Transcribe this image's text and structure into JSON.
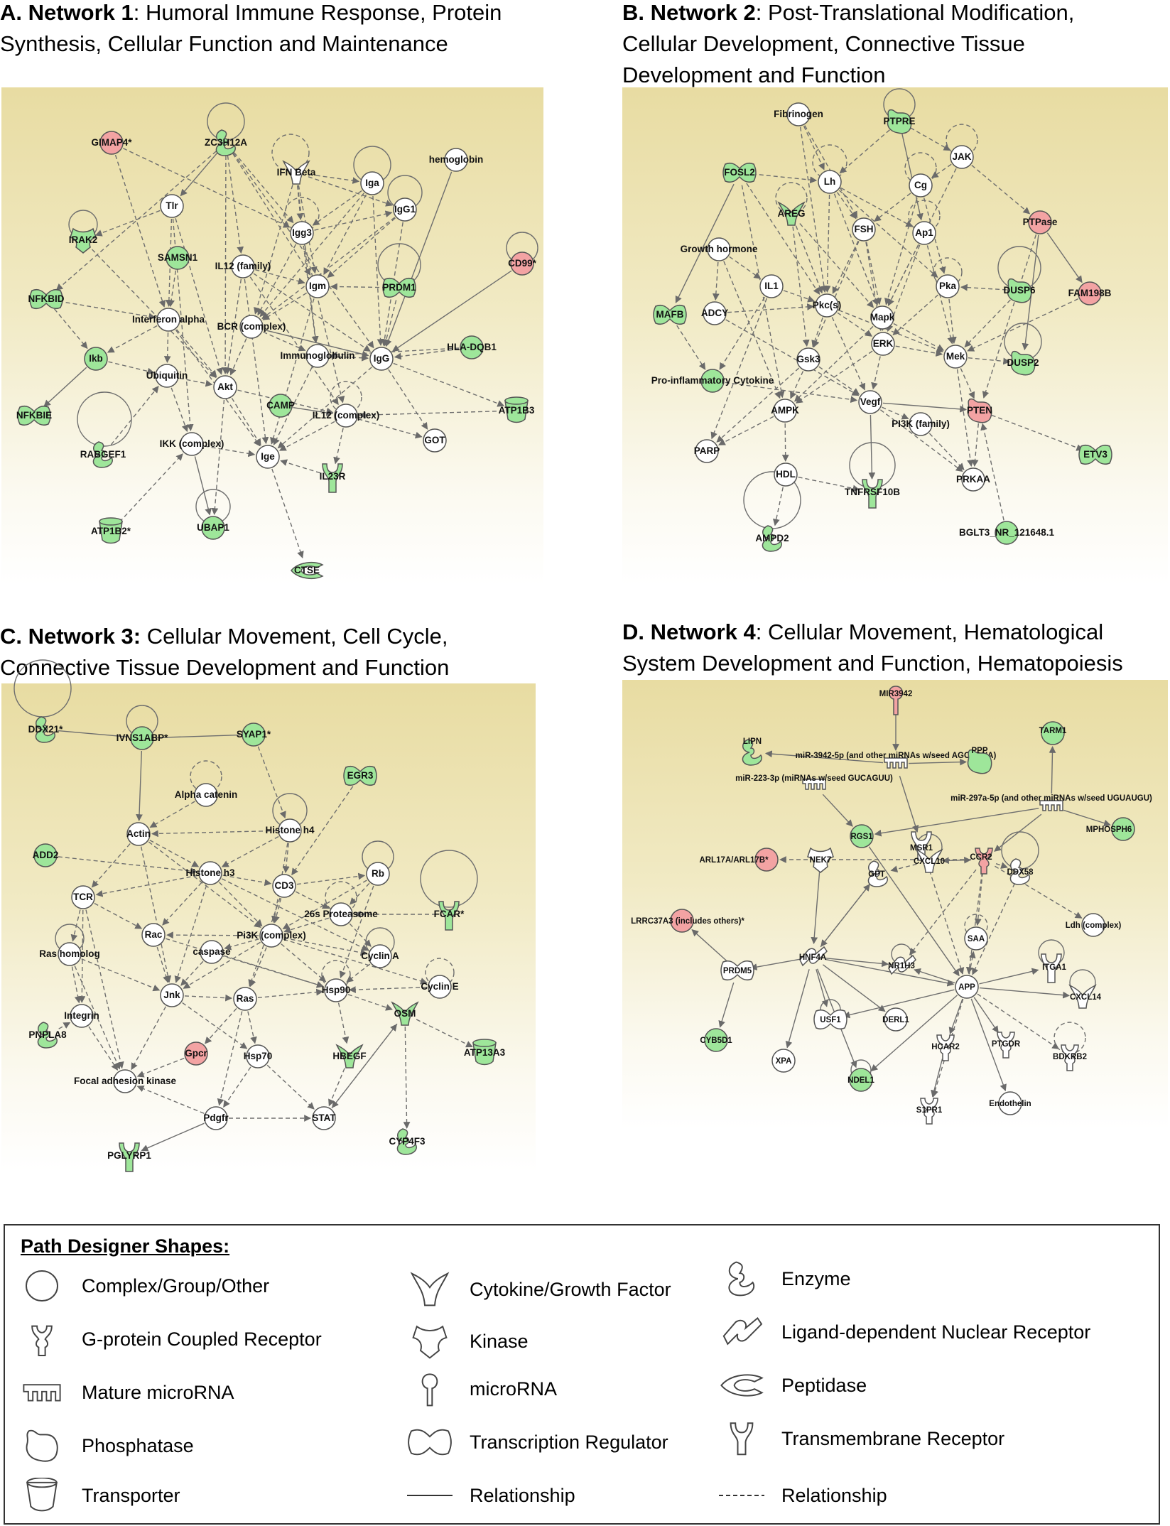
{
  "panels": {
    "A": {
      "letter": "A. Network 1",
      "rest": ": Humoral Immune Response, Protein",
      "line2": "Synthesis, Cellular Function and Maintenance",
      "line3": ""
    },
    "B": {
      "letter": "B. Network 2",
      "rest": ": Post-Translational Modification,",
      "line2": "Cellular Development, Connective Tissue",
      "line3": "Development and Function"
    },
    "C": {
      "letter": "C. Network 3:",
      "rest": " Cellular Movement, Cell Cycle,",
      "line2": "Connective Tissue Development and Function",
      "line3": ""
    },
    "D": {
      "letter": "D. Network 4",
      "rest": ": Cellular Movement, Hematological",
      "line2": "System Development and Function, Hematopoiesis",
      "line3": ""
    }
  },
  "colors": {
    "up": "#f3a3a3",
    "down": "#9ee69a",
    "neutral": "#ffffff",
    "stroke": "#555555",
    "edge": "#6e6e6e"
  },
  "networks": {
    "A": {
      "nodes": [
        {
          "label": "GIMAP4*",
          "shape": "complex",
          "color": "up"
        },
        {
          "label": "ZC3H12A",
          "shape": "enzyme",
          "color": "down"
        },
        {
          "label": "IFN Beta",
          "shape": "cytokine",
          "color": "neutral"
        },
        {
          "label": "hemoglobin",
          "shape": "complex",
          "color": "neutral"
        },
        {
          "label": "Tlr",
          "shape": "complex",
          "color": "neutral"
        },
        {
          "label": "Iga",
          "shape": "complex",
          "color": "neutral"
        },
        {
          "label": "IRAK2",
          "shape": "kinase",
          "color": "down"
        },
        {
          "label": "Igg3",
          "shape": "complex",
          "color": "neutral"
        },
        {
          "label": "IgG1",
          "shape": "complex",
          "color": "neutral"
        },
        {
          "label": "SAMSN1",
          "shape": "complex",
          "color": "down"
        },
        {
          "label": "IL12 (family)",
          "shape": "complex",
          "color": "neutral"
        },
        {
          "label": "CD99*",
          "shape": "complex",
          "color": "up"
        },
        {
          "label": "NFKBID",
          "shape": "transcription",
          "color": "down"
        },
        {
          "label": "Igm",
          "shape": "complex",
          "color": "neutral"
        },
        {
          "label": "PRDM1",
          "shape": "transcription",
          "color": "down"
        },
        {
          "label": "Interferon alpha",
          "shape": "complex",
          "color": "neutral"
        },
        {
          "label": "BCR (complex)",
          "shape": "complex",
          "color": "neutral"
        },
        {
          "label": "HLA-DQB1",
          "shape": "complex",
          "color": "down"
        },
        {
          "label": "Ikb",
          "shape": "complex",
          "color": "down"
        },
        {
          "label": "Immunoglobulin",
          "shape": "complex",
          "color": "neutral"
        },
        {
          "label": "IgG",
          "shape": "complex",
          "color": "neutral"
        },
        {
          "label": "Ubiquitin",
          "shape": "complex",
          "color": "neutral"
        },
        {
          "label": "Akt",
          "shape": "complex",
          "color": "neutral"
        },
        {
          "label": "CAMP",
          "shape": "complex",
          "color": "down"
        },
        {
          "label": "ATP1B3",
          "shape": "transporter",
          "color": "down"
        },
        {
          "label": "NFKBIE",
          "shape": "transcription",
          "color": "down"
        },
        {
          "label": "IL12 (complex)",
          "shape": "complex",
          "color": "neutral"
        },
        {
          "label": "RABGEF1",
          "shape": "enzyme",
          "color": "down"
        },
        {
          "label": "IKK (complex)",
          "shape": "complex",
          "color": "neutral"
        },
        {
          "label": "GOT",
          "shape": "complex",
          "color": "neutral"
        },
        {
          "label": "Ige",
          "shape": "complex",
          "color": "neutral"
        },
        {
          "label": "IL23R",
          "shape": "transmembrane",
          "color": "down"
        },
        {
          "label": "ATP1B2*",
          "shape": "transporter",
          "color": "down"
        },
        {
          "label": "UBAP1",
          "shape": "complex",
          "color": "down"
        },
        {
          "label": "CTSE",
          "shape": "peptidase",
          "color": "down"
        }
      ]
    },
    "B": {
      "nodes": [
        {
          "label": "Fibrinogen",
          "shape": "complex",
          "color": "neutral"
        },
        {
          "label": "PTPRE",
          "shape": "phosphatase",
          "color": "down"
        },
        {
          "label": "JAK",
          "shape": "complex",
          "color": "neutral"
        },
        {
          "label": "FOSL2",
          "shape": "transcription",
          "color": "down"
        },
        {
          "label": "Lh",
          "shape": "complex",
          "color": "neutral"
        },
        {
          "label": "Cg",
          "shape": "complex",
          "color": "neutral"
        },
        {
          "label": "AREG",
          "shape": "cytokine",
          "color": "down"
        },
        {
          "label": "FSH",
          "shape": "complex",
          "color": "neutral"
        },
        {
          "label": "PTPase",
          "shape": "complex",
          "color": "up"
        },
        {
          "label": "Growth hormone",
          "shape": "complex",
          "color": "neutral"
        },
        {
          "label": "Ap1",
          "shape": "complex",
          "color": "neutral"
        },
        {
          "label": "IL1",
          "shape": "complex",
          "color": "neutral"
        },
        {
          "label": "Pka",
          "shape": "complex",
          "color": "neutral"
        },
        {
          "label": "DUSP6",
          "shape": "phosphatase",
          "color": "down"
        },
        {
          "label": "FAM198B",
          "shape": "complex",
          "color": "up"
        },
        {
          "label": "MAFB",
          "shape": "transcription",
          "color": "down"
        },
        {
          "label": "ADCY",
          "shape": "complex",
          "color": "neutral"
        },
        {
          "label": "Pkc(s)",
          "shape": "complex",
          "color": "neutral"
        },
        {
          "label": "Mapk",
          "shape": "complex",
          "color": "neutral"
        },
        {
          "label": "ERK",
          "shape": "complex",
          "color": "neutral"
        },
        {
          "label": "Mek",
          "shape": "complex",
          "color": "neutral"
        },
        {
          "label": "DUSP2",
          "shape": "phosphatase",
          "color": "down"
        },
        {
          "label": "Gsk3",
          "shape": "complex",
          "color": "neutral"
        },
        {
          "label": "Pro-inflammatory Cytokine",
          "shape": "complex",
          "color": "down"
        },
        {
          "label": "AMPK",
          "shape": "complex",
          "color": "neutral"
        },
        {
          "label": "Vegf",
          "shape": "complex",
          "color": "neutral"
        },
        {
          "label": "PTEN",
          "shape": "phosphatase",
          "color": "up"
        },
        {
          "label": "PI3K (family)",
          "shape": "complex",
          "color": "neutral"
        },
        {
          "label": "ETV3",
          "shape": "transcription",
          "color": "down"
        },
        {
          "label": "PARP",
          "shape": "complex",
          "color": "neutral"
        },
        {
          "label": "HDL",
          "shape": "complex",
          "color": "neutral"
        },
        {
          "label": "PRKAA",
          "shape": "complex",
          "color": "neutral"
        },
        {
          "label": "TNFRSF10B",
          "shape": "transmembrane",
          "color": "down"
        },
        {
          "label": "BGLT3_NR_121648.1",
          "shape": "complex",
          "color": "down"
        },
        {
          "label": "AMPD2",
          "shape": "enzyme",
          "color": "down"
        }
      ]
    },
    "C": {
      "nodes": [
        {
          "label": "DDX21*",
          "shape": "enzyme",
          "color": "down"
        },
        {
          "label": "IVNS1ABP*",
          "shape": "complex",
          "color": "down"
        },
        {
          "label": "SYAP1*",
          "shape": "complex",
          "color": "down"
        },
        {
          "label": "EGR3",
          "shape": "transcription",
          "color": "down"
        },
        {
          "label": "Alpha catenin",
          "shape": "complex",
          "color": "neutral"
        },
        {
          "label": "Histone h4",
          "shape": "complex",
          "color": "neutral"
        },
        {
          "label": "Actin",
          "shape": "complex",
          "color": "neutral"
        },
        {
          "label": "ADD2",
          "shape": "complex",
          "color": "down"
        },
        {
          "label": "Histone h3",
          "shape": "complex",
          "color": "neutral"
        },
        {
          "label": "CD3",
          "shape": "complex",
          "color": "neutral"
        },
        {
          "label": "Rb",
          "shape": "complex",
          "color": "neutral"
        },
        {
          "label": "TCR",
          "shape": "complex",
          "color": "neutral"
        },
        {
          "label": "26s Proteasome",
          "shape": "complex",
          "color": "neutral"
        },
        {
          "label": "FCAR*",
          "shape": "transmembrane",
          "color": "down"
        },
        {
          "label": "Pi3K (complex)",
          "shape": "complex",
          "color": "neutral"
        },
        {
          "label": "Rac",
          "shape": "complex",
          "color": "neutral"
        },
        {
          "label": "caspase",
          "shape": "complex",
          "color": "neutral"
        },
        {
          "label": "Ras homolog",
          "shape": "complex",
          "color": "neutral"
        },
        {
          "label": "Cyclin A",
          "shape": "complex",
          "color": "neutral"
        },
        {
          "label": "Cyclin E",
          "shape": "complex",
          "color": "neutral"
        },
        {
          "label": "Jnk",
          "shape": "complex",
          "color": "neutral"
        },
        {
          "label": "Ras",
          "shape": "complex",
          "color": "neutral"
        },
        {
          "label": "Hsp90",
          "shape": "complex",
          "color": "neutral"
        },
        {
          "label": "Integrin",
          "shape": "complex",
          "color": "neutral"
        },
        {
          "label": "OSM",
          "shape": "cytokine",
          "color": "down"
        },
        {
          "label": "PNPLA8",
          "shape": "enzyme",
          "color": "down"
        },
        {
          "label": "Gpcr",
          "shape": "complex",
          "color": "up"
        },
        {
          "label": "Hsp70",
          "shape": "complex",
          "color": "neutral"
        },
        {
          "label": "HBEGF",
          "shape": "cytokine",
          "color": "down"
        },
        {
          "label": "ATP13A3",
          "shape": "transporter",
          "color": "down"
        },
        {
          "label": "Focal adhesion kinase",
          "shape": "complex",
          "color": "neutral"
        },
        {
          "label": "Pdgfr",
          "shape": "complex",
          "color": "neutral"
        },
        {
          "label": "STAT",
          "shape": "complex",
          "color": "neutral"
        },
        {
          "label": "CYP4F3",
          "shape": "enzyme",
          "color": "down"
        },
        {
          "label": "PGLYRP1",
          "shape": "transmembrane",
          "color": "down"
        }
      ]
    },
    "D": {
      "nodes": [
        {
          "label": "MIR3942",
          "shape": "microrna",
          "color": "up"
        },
        {
          "label": "TARM1",
          "shape": "complex",
          "color": "down"
        },
        {
          "label": "LIPN",
          "shape": "enzyme",
          "color": "down"
        },
        {
          "label": "miR-3942-5p (and other miRNAs w/seed AGCAAUA)",
          "shape": "mature",
          "color": "neutral"
        },
        {
          "label": "PPP",
          "shape": "phosphatase",
          "color": "down"
        },
        {
          "label": "miR-223-3p (miRNAs w/seed GUCAGUU)",
          "shape": "mature",
          "color": "neutral"
        },
        {
          "label": "miR-297a-5p (and other miRNAs w/seed UGUAUGU)",
          "shape": "mature",
          "color": "neutral"
        },
        {
          "label": "MPHOSPH6",
          "shape": "complex",
          "color": "down"
        },
        {
          "label": "RGS1",
          "shape": "complex",
          "color": "down"
        },
        {
          "label": "MSR1",
          "shape": "transmembrane",
          "color": "neutral"
        },
        {
          "label": "CCR2",
          "shape": "gpcr",
          "color": "up"
        },
        {
          "label": "ARL17A/ARL17B*",
          "shape": "complex",
          "color": "up"
        },
        {
          "label": "NEK7",
          "shape": "kinase",
          "color": "neutral"
        },
        {
          "label": "CXCL10",
          "shape": "cytokine",
          "color": "neutral"
        },
        {
          "label": "DDX58",
          "shape": "enzyme",
          "color": "neutral"
        },
        {
          "label": "GPT",
          "shape": "enzyme",
          "color": "neutral"
        },
        {
          "label": "LRRC37A3 (includes others)*",
          "shape": "complex",
          "color": "up"
        },
        {
          "label": "Ldh (complex)",
          "shape": "complex",
          "color": "neutral"
        },
        {
          "label": "SAA",
          "shape": "complex",
          "color": "neutral"
        },
        {
          "label": "HNF4A",
          "shape": "ligand",
          "color": "neutral"
        },
        {
          "label": "NR1H3",
          "shape": "ligand",
          "color": "neutral"
        },
        {
          "label": "ITGA1",
          "shape": "transmembrane",
          "color": "neutral"
        },
        {
          "label": "PRDM5",
          "shape": "transcription",
          "color": "neutral"
        },
        {
          "label": "APP",
          "shape": "complex",
          "color": "neutral"
        },
        {
          "label": "CXCL14",
          "shape": "cytokine",
          "color": "neutral"
        },
        {
          "label": "USF1",
          "shape": "transcription",
          "color": "neutral"
        },
        {
          "label": "DERL1",
          "shape": "complex",
          "color": "neutral"
        },
        {
          "label": "CYB5D1",
          "shape": "complex",
          "color": "down"
        },
        {
          "label": "HCAR2",
          "shape": "gpcr",
          "color": "neutral"
        },
        {
          "label": "PTGDR",
          "shape": "gpcr",
          "color": "neutral"
        },
        {
          "label": "BDKRB2",
          "shape": "gpcr",
          "color": "neutral"
        },
        {
          "label": "XPA",
          "shape": "complex",
          "color": "neutral"
        },
        {
          "label": "NDEL1",
          "shape": "complex",
          "color": "down"
        },
        {
          "label": "Endothelin",
          "shape": "complex",
          "color": "neutral"
        },
        {
          "label": "S1PR1",
          "shape": "gpcr",
          "color": "neutral"
        }
      ]
    }
  },
  "legend": {
    "title": "Path Designer Shapes:",
    "items": [
      {
        "label": "Complex/Group/Other",
        "icon": "circle-icon"
      },
      {
        "label": "G-protein Coupled Receptor",
        "icon": "gpcr-icon"
      },
      {
        "label": "Mature microRNA",
        "icon": "mature-microrna-icon"
      },
      {
        "label": "Phosphatase",
        "icon": "phosphatase-icon"
      },
      {
        "label": "Transporter",
        "icon": "transporter-icon"
      },
      {
        "label": "Cytokine/Growth Factor",
        "icon": "cytokine-icon"
      },
      {
        "label": "Kinase",
        "icon": "kinase-icon"
      },
      {
        "label": "microRNA",
        "icon": "microrna-icon"
      },
      {
        "label": "Transcription Regulator",
        "icon": "transcription-regulator-icon"
      },
      {
        "label": "Relationship",
        "icon": "solid-line-icon"
      },
      {
        "label": "Enzyme",
        "icon": "enzyme-icon"
      },
      {
        "label": "Ligand-dependent Nuclear Receptor",
        "icon": "nuclear-receptor-icon"
      },
      {
        "label": "Peptidase",
        "icon": "peptidase-icon"
      },
      {
        "label": "Transmembrane Receptor",
        "icon": "transmembrane-receptor-icon"
      },
      {
        "label": "Relationship",
        "icon": "dashed-line-icon"
      }
    ]
  }
}
